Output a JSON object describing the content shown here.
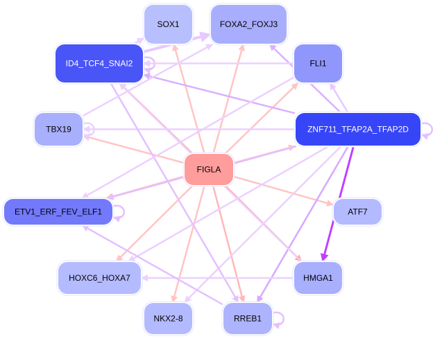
{
  "nodes": [
    {
      "id": "SOX1",
      "label": "SOX1",
      "fill": "#b8bfff",
      "text": "#000000"
    },
    {
      "id": "FOXA2_FOXJ3",
      "label": "FOXA2_FOXJ3",
      "fill": "#a8aefd",
      "text": "#000000"
    },
    {
      "id": "ID4_TCF4_SNAI2",
      "label": "ID4_TCF4_SNAI2",
      "fill": "#4a55f8",
      "text": "#ffffff"
    },
    {
      "id": "FLI1",
      "label": "FLI1",
      "fill": "#8f97fc",
      "text": "#000000"
    },
    {
      "id": "TBX19",
      "label": "TBX19",
      "fill": "#a8affd",
      "text": "#000000"
    },
    {
      "id": "ZNF711_TFAP2A_TFAP2D",
      "label": "ZNF711_TFAP2A_TFAP2D",
      "fill": "#3645f7",
      "text": "#ffffff"
    },
    {
      "id": "FIGLA",
      "label": "FIGLA",
      "fill": "#ff9c9c",
      "text": "#000000"
    },
    {
      "id": "ETV1_ERF_FEV_ELF1",
      "label": "ETV1_ERF_FEV_ELF1",
      "fill": "#7279fb",
      "text": "#000000"
    },
    {
      "id": "ATF7",
      "label": "ATF7",
      "fill": "#b4baff",
      "text": "#000000"
    },
    {
      "id": "HOXC6_HOXA7",
      "label": "HOXC6_HOXA7",
      "fill": "#b5bbff",
      "text": "#000000"
    },
    {
      "id": "HMGA1",
      "label": "HMGA1",
      "fill": "#a8affd",
      "text": "#000000"
    },
    {
      "id": "NKX2-8",
      "label": "NKX2-8",
      "fill": "#b4baff",
      "text": "#000000"
    },
    {
      "id": "RREB1",
      "label": "RREB1",
      "fill": "#adb3fd",
      "text": "#000000"
    }
  ],
  "edges": [
    {
      "from": "FIGLA",
      "to": "ID4_TCF4_SNAI2",
      "color": "#ffa8a8"
    },
    {
      "from": "FIGLA",
      "to": "SOX1",
      "color": "#ffc4c4"
    },
    {
      "from": "FIGLA",
      "to": "FOXA2_FOXJ3",
      "color": "#ffc4c4"
    },
    {
      "from": "FIGLA",
      "to": "FLI1",
      "color": "#ffc4c4"
    },
    {
      "from": "FIGLA",
      "to": "TBX19",
      "color": "#ffc4c4"
    },
    {
      "from": "FIGLA",
      "to": "ZNF711_TFAP2A_TFAP2D",
      "color": "#ffc4c4"
    },
    {
      "from": "FIGLA",
      "to": "ETV1_ERF_FEV_ELF1",
      "color": "#ffbcbc"
    },
    {
      "from": "FIGLA",
      "to": "ATF7",
      "color": "#ffc4c4"
    },
    {
      "from": "FIGLA",
      "to": "HOXC6_HOXA7",
      "color": "#ffc4c4"
    },
    {
      "from": "FIGLA",
      "to": "NKX2-8",
      "color": "#ffc4c4"
    },
    {
      "from": "FIGLA",
      "to": "RREB1",
      "color": "#ffb8b8"
    },
    {
      "from": "FIGLA",
      "to": "HMGA1",
      "color": "#ffa4a4"
    },
    {
      "from": "ZNF711_TFAP2A_TFAP2D",
      "to": "HMGA1",
      "color": "#c040ff",
      "width": 3
    },
    {
      "from": "ZNF711_TFAP2A_TFAP2D",
      "to": "RREB1",
      "color": "#d8a8ff"
    },
    {
      "from": "ZNF711_TFAP2A_TFAP2D",
      "to": "ID4_TCF4_SNAI2",
      "color": "#dab0ff"
    },
    {
      "from": "ZNF711_TFAP2A_TFAP2D",
      "to": "FOXA2_FOXJ3",
      "color": "#dab0ff"
    },
    {
      "from": "ZNF711_TFAP2A_TFAP2D",
      "to": "FLI1",
      "color": "#e8c8ff"
    },
    {
      "from": "ZNF711_TFAP2A_TFAP2D",
      "to": "TBX19",
      "color": "#ecd0ff"
    },
    {
      "from": "ZNF711_TFAP2A_TFAP2D",
      "to": "ETV1_ERF_FEV_ELF1",
      "color": "#e4c0ff"
    },
    {
      "from": "ZNF711_TFAP2A_TFAP2D",
      "to": "HOXC6_HOXA7",
      "color": "#ecd0ff"
    },
    {
      "from": "ZNF711_TFAP2A_TFAP2D",
      "to": "NKX2-8",
      "color": "#ecd0ff"
    },
    {
      "from": "ZNF711_TFAP2A_TFAP2D",
      "to": "ZNF711_TFAP2A_TFAP2D",
      "color": "#e4c0ff"
    },
    {
      "from": "ID4_TCF4_SNAI2",
      "to": "SOX1",
      "color": "#ecd0ff"
    },
    {
      "from": "ID4_TCF4_SNAI2",
      "to": "FOXA2_FOXJ3",
      "color": "#e8c8ff",
      "width": 4
    },
    {
      "from": "ID4_TCF4_SNAI2",
      "to": "ID4_TCF4_SNAI2",
      "color": "#e4c0ff"
    },
    {
      "from": "ID4_TCF4_SNAI2",
      "to": "RREB1",
      "color": "#e4c0ff"
    },
    {
      "from": "HMGA1",
      "to": "ID4_TCF4_SNAI2",
      "color": "#ecd0ff"
    },
    {
      "from": "FLI1",
      "to": "ID4_TCF4_SNAI2",
      "color": "#ecd0ff"
    },
    {
      "from": "TBX19",
      "to": "FOXA2_FOXJ3",
      "color": "#ecd0ff"
    },
    {
      "from": "TBX19",
      "to": "TBX19",
      "color": "#ecd0ff"
    },
    {
      "from": "FLI1",
      "to": "ETV1_ERF_FEV_ELF1",
      "color": "#ecd0ff"
    },
    {
      "from": "ETV1_ERF_FEV_ELF1",
      "to": "ETV1_ERF_FEV_ELF1",
      "color": "#e4c0ff"
    },
    {
      "from": "HMGA1",
      "to": "HOXC6_HOXA7",
      "color": "#ecd0ff"
    },
    {
      "from": "RREB1",
      "to": "ETV1_ERF_FEV_ELF1",
      "color": "#e4c0ff"
    },
    {
      "from": "RREB1",
      "to": "RREB1",
      "color": "#e4c0ff"
    }
  ]
}
